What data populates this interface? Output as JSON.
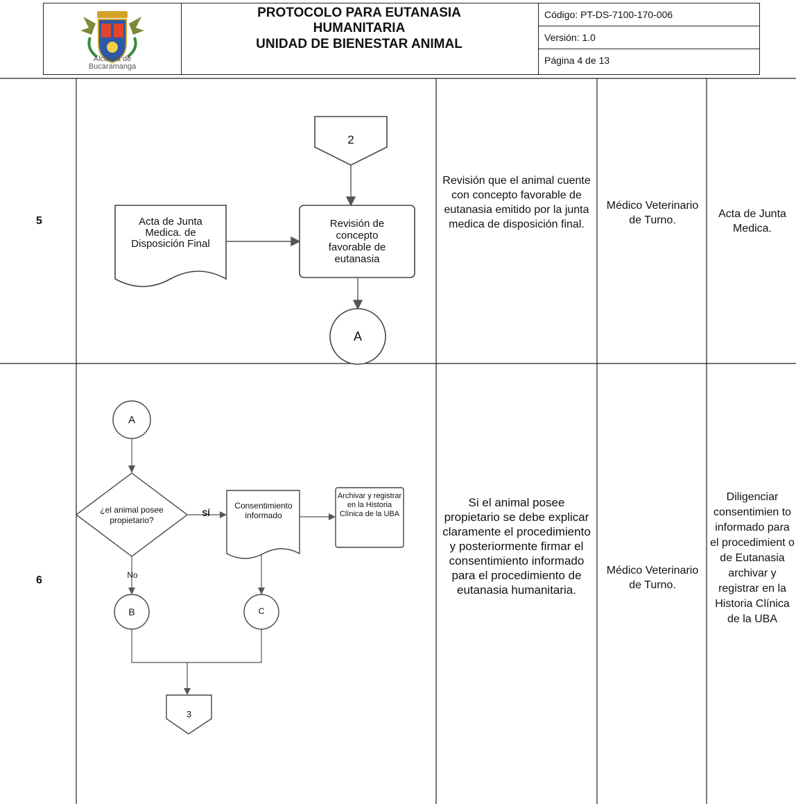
{
  "header": {
    "logo_caption_1": "Alcaldía de",
    "logo_caption_2": "Bucaramanga",
    "title_lines": [
      "PROTOCOLO PARA EUTANASIA",
      "HUMANITARIA",
      "UNIDAD DE BIENESTAR ANIMAL"
    ],
    "codigo": "Código: PT-DS-7100-170-006",
    "version": "Versión: 1.0",
    "pagina": "Página 4 de 13"
  },
  "rows": [
    {
      "number": "5",
      "flow": {
        "connector_top": "2",
        "document_label": "Acta de Junta Medica. de Disposición Final",
        "process_label": "Revisión de concepto favorable de eutanasia",
        "connector_bottom": "A"
      },
      "description": "Revisión que el animal cuente con concepto favorable de eutanasia emitido por la junta medica de disposición final.",
      "responsible": "Médico Veterinario de Turno.",
      "record": "Acta de Junta Medica."
    },
    {
      "number": "6",
      "flow": {
        "connector_start": "A",
        "decision_label": "¿el animal posee propietario?",
        "yes_label": "SÍ",
        "no_label": "No",
        "consent_label": "Consentimiento informado",
        "archive_label": "Archivar y registrar en la Historia Clínica de la UBA",
        "connector_b": "B",
        "connector_c": "C",
        "connector_end": "3"
      },
      "description": "Si el animal posee propietario se debe explicar claramente el procedimiento y posteriormente firmar el consentimiento informado para el procedimiento de eutanasia humanitaria.",
      "responsible": "Médico Veterinario de Turno.",
      "record": "Diligenciar consentimien to informado para el procedimient o de Eutanasia archivar y registrar en la Historia Clínica de la UBA"
    }
  ]
}
